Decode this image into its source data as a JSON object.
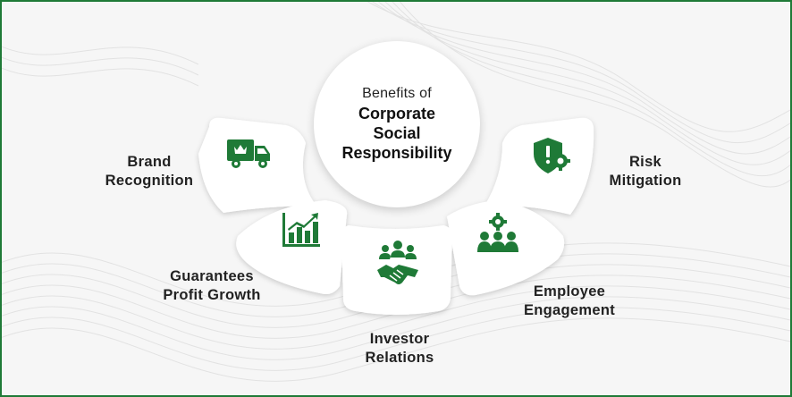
{
  "center": {
    "pre_title": "Benefits of",
    "title_lines": [
      "Corporate",
      "Social",
      "Responsibility"
    ]
  },
  "benefits": [
    {
      "id": "brand",
      "line1": "Brand",
      "line2": "Recognition",
      "icon": "delivery-truck-icon"
    },
    {
      "id": "profit",
      "line1": "Guarantees",
      "line2": "Profit Growth",
      "icon": "growth-chart-icon"
    },
    {
      "id": "investor",
      "line1": "Investor",
      "line2": "Relations",
      "icon": "handshake-group-icon"
    },
    {
      "id": "employee",
      "line1": "Employee",
      "line2": "Engagement",
      "icon": "team-gear-icon"
    },
    {
      "id": "risk",
      "line1": "Risk",
      "line2": "Mitigation",
      "icon": "shield-gear-icon"
    }
  ],
  "colors": {
    "accent": "#1f7a37",
    "background": "#f6f6f6",
    "petal": "#ffffff",
    "text": "#222222"
  }
}
